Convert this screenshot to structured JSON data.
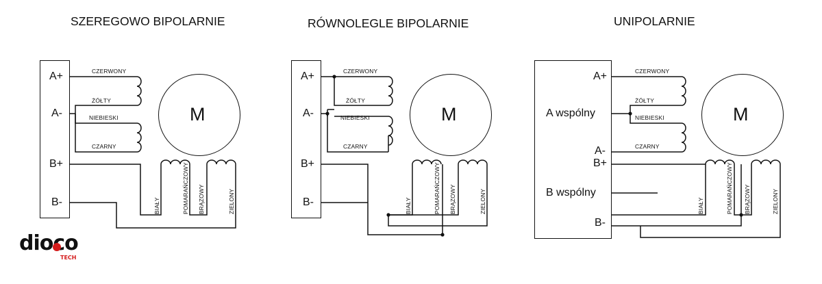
{
  "diagrams": [
    {
      "title": "SZEREGOWO BIPOLARNIE",
      "terminals": [
        "A+",
        "A-",
        "B+",
        "B-"
      ],
      "coil_a_wires": [
        "CZERWONY",
        "ŻÓŁTY",
        "NIEBIESKI",
        "CZARNY"
      ],
      "coil_b_wires": [
        "BIAŁY",
        "POMARAŃCZOWY",
        "BRĄZOWY",
        "ZIELONY"
      ],
      "motor_label": "M"
    },
    {
      "title": "RÓWNOLEGLE BIPOLARNIE",
      "terminals": [
        "A+",
        "A-",
        "B+",
        "B-"
      ],
      "coil_a_wires": [
        "CZERWONY",
        "ŻÓŁTY",
        "NIEBIESKI",
        "CZARNY"
      ],
      "coil_b_wires": [
        "BIAŁY",
        "POMARAŃCZOWY",
        "BRĄZOWY",
        "ZIELONY"
      ],
      "motor_label": "M"
    },
    {
      "title": "UNIPOLARNIE",
      "terminals": [
        "A+",
        "A wspólny",
        "A-",
        "B+",
        "B wspólny",
        "B-"
      ],
      "coil_a_wires": [
        "CZERWONY",
        "ŻÓŁTY",
        "NIEBIESKI",
        "CZARNY"
      ],
      "coil_b_wires": [
        "BIAŁY",
        "POMARAŃCZOWY",
        "BRĄZOWY",
        "ZIELONY"
      ],
      "motor_label": "M"
    }
  ],
  "logo": {
    "text": "dioco",
    "sub": "TECH",
    "accent": "#d41c1c"
  }
}
